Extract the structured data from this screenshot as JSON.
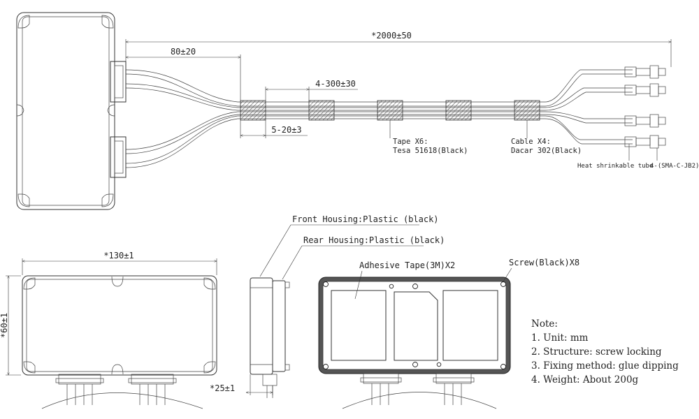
{
  "dimensions": {
    "total_length": "*2000±50",
    "pigtail_length": "80±20",
    "tape_spacing": "4-300±30",
    "tape_length": "5-20±3",
    "width": "*130±1",
    "height": "*60±1",
    "depth": "*25±1"
  },
  "labels": {
    "tape": [
      "Tape X6:",
      "Tesa 51618(Black)"
    ],
    "cable": [
      "Cable X4:",
      "Dacar 302(Black)"
    ],
    "heat_shrink": "Heat shrinkable tube",
    "connector": "4-(SMA-C-JB2)",
    "front_housing": "Front Housing:Plastic (black)",
    "rear_housing": "Rear Housing:Plastic (black)",
    "adhesive_tape": "Adhesive Tape(3M)X2",
    "screw": "Screw(Black)X8"
  },
  "notes": {
    "title": "Note:",
    "items": [
      "1. Unit: mm",
      "2. Structure: screw locking",
      "3. Fixing method: glue dipping",
      "4. Weight: About 200g"
    ]
  }
}
